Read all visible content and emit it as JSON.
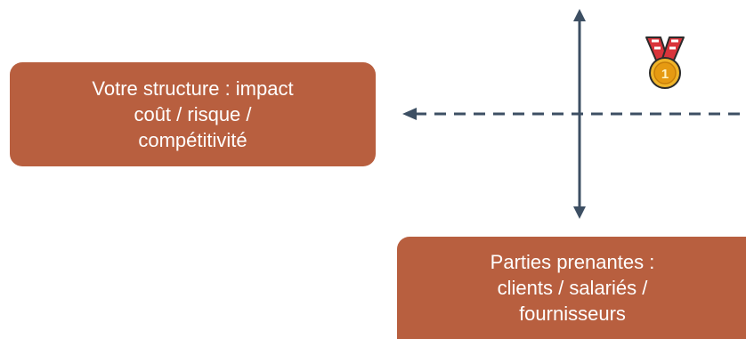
{
  "left_box": {
    "lines": [
      "Votre structure : impact",
      "coût / risque /",
      "compétitivité"
    ]
  },
  "bottom_box": {
    "lines": [
      "Parties prenantes :",
      "clients / salariés /",
      "fournisseurs"
    ]
  },
  "medal": {
    "icon": "first-place-medal-icon",
    "number": "1"
  },
  "colors": {
    "box_fill": "#b85f3f",
    "box_text": "#ffffff",
    "arrow": "#3d4f63",
    "medal_ribbon_red": "#d9343b",
    "medal_gold": "#f0b429"
  }
}
